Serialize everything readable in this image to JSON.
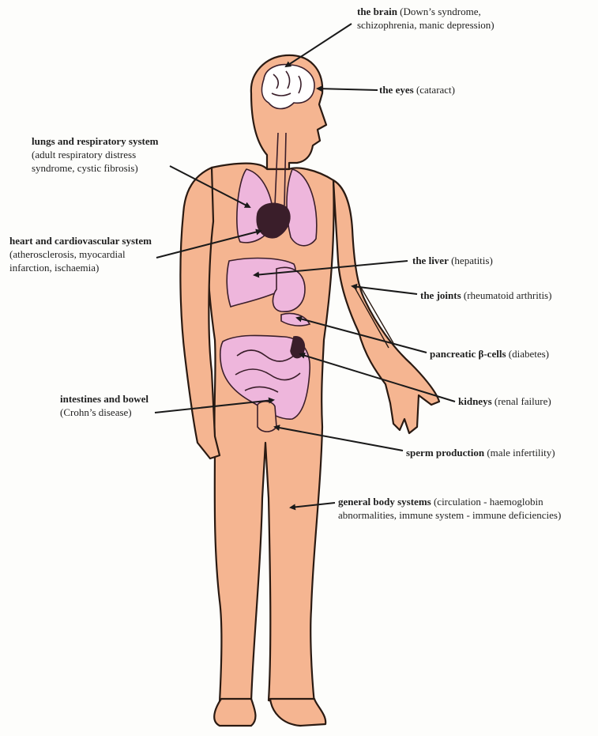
{
  "colors": {
    "skin": "#f5b591",
    "outline": "#2a1a12",
    "organ": "#eeb6dc",
    "organ_dark": "#3a1e2a",
    "brain": "#ffffff",
    "pointer": "#1a1a1a"
  },
  "labels": {
    "brain": {
      "title": "the brain",
      "detail": "(Down’s syndrome,",
      "detail2": "schizophrenia, manic depression)"
    },
    "eyes": {
      "title": "the eyes",
      "detail": "(cataract)"
    },
    "lungs": {
      "title": "lungs and respiratory system",
      "detail": "(adult respiratory distress",
      "detail2": "syndrome, cystic fibrosis)"
    },
    "heart": {
      "title": "heart and cardiovascular system",
      "detail": "(atherosclerosis, myocardial",
      "detail2": "infarction, ischaemia)"
    },
    "liver": {
      "title": "the liver",
      "detail": "(hepatitis)"
    },
    "joints": {
      "title": "the joints",
      "detail": "(rheumatoid arthritis)"
    },
    "pancreas": {
      "title": "pancreatic β-cells",
      "detail": "(diabetes)"
    },
    "intestines": {
      "title": "intestines and bowel",
      "detail": "(Crohn’s disease)"
    },
    "kidneys": {
      "title": "kidneys",
      "detail": "(renal failure)"
    },
    "sperm": {
      "title": "sperm production",
      "detail": "(male infertility)"
    },
    "general": {
      "title": "general body systems",
      "detail": "(circulation - haemoglobin",
      "detail2": "abnormalities, immune system - immune deficiencies)"
    }
  }
}
